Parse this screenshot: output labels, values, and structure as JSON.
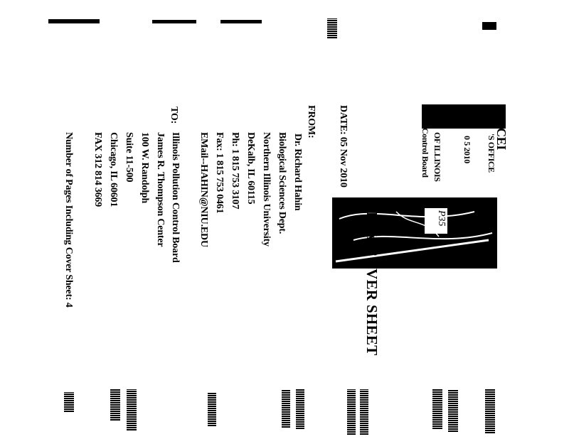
{
  "title": "FAX COVER SHEET",
  "date": "DATE: 05 Nov 2010",
  "from": {
    "label": "FROM:",
    "lines": [
      "Dr. Richard Hahin",
      "Biological Sciences Dept.",
      "Northern Illinois University",
      "DeKalb, IL 60115",
      "Ph:  1 815 753 3107",
      "Fax:  1 815 753 0461",
      "EMail--HAHIN@NIU.EDU"
    ]
  },
  "to": {
    "label": "TO:",
    "lines": [
      "Illinois Pollution Control Board",
      "James R. Thompson Center",
      "100 W. Randolph",
      "Suite 11-500",
      "Chicago, IL 60601",
      "FAX  312 814 3669"
    ]
  },
  "pages_line": "Number of Pages Including Cover Sheet:  4",
  "stamp": {
    "lines": [
      "CEI",
      "'S OFFICE",
      "0 5 2010",
      "OF ILLINOIS",
      "Control Board"
    ]
  },
  "handwritten_mark": "P35",
  "colors": {
    "ink": "#000000",
    "paper": "#ffffff"
  }
}
